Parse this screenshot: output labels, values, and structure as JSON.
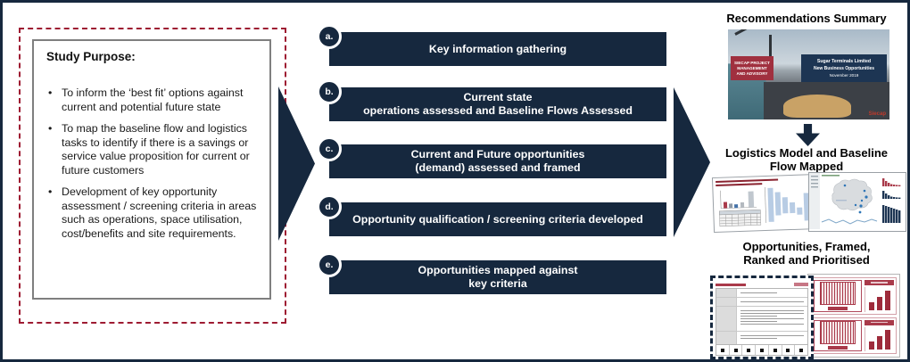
{
  "colors": {
    "navy": "#16283e",
    "crimson_dashed_border": "#9e1b32",
    "slide_red_box": "#a0303f",
    "slide_navy_box": "#1d3553",
    "thumb_red_accent": "#a93a4a",
    "steel_blue_bars": "#b8cce4"
  },
  "study_purpose": {
    "title": "Study Purpose:",
    "bullets": [
      "To inform the ‘best fit’ options against current and potential future state",
      "To map the baseline flow and logistics tasks to identify if there is a savings or service value proposition for current or future customers",
      "Development of key opportunity assessment / screening criteria in areas such as operations, space utilisation, cost/benefits and site requirements."
    ]
  },
  "steps": [
    {
      "badge": "a.",
      "lines": [
        "Key information gathering"
      ]
    },
    {
      "badge": "b.",
      "lines": [
        "Current state",
        "operations assessed and Baseline Flows Assessed"
      ]
    },
    {
      "badge": "c.",
      "lines": [
        "Current and Future opportunities",
        "(demand) assessed and framed"
      ]
    },
    {
      "badge": "d.",
      "lines": [
        "Opportunity qualification / screening criteria developed"
      ]
    },
    {
      "badge": "e.",
      "lines": [
        "Opportunities mapped against",
        "key criteria"
      ]
    }
  ],
  "outputs": {
    "recommendations": {
      "heading": "Recommendations Summary",
      "slide": {
        "side_box": "SIECAP PROJECT MANAGEMENT AND ADVISORY",
        "title": "Sugar Terminals Limited",
        "subtitle": "New Business Opportunities",
        "date": "November 2019",
        "watermark": "Siecap"
      }
    },
    "logistics": {
      "heading_lines": [
        "Logistics Model and Baseline",
        "Flow Mapped"
      ]
    },
    "opportunities": {
      "heading_lines": [
        "Opportunities, Framed,",
        "Ranked and Prioritised"
      ]
    }
  }
}
